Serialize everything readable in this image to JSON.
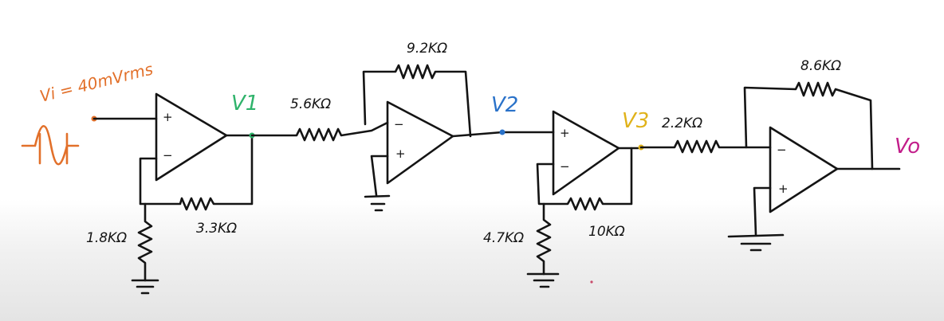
{
  "colors": {
    "ink": "#141414",
    "source": "#e2702a",
    "v1": "#2fb36b",
    "v2": "#2a72c9",
    "v3": "#e0b21a",
    "vo": "#c21d8a"
  },
  "source": {
    "label": "Vi = 40mVrms"
  },
  "nodes": {
    "v1": "V1",
    "v2": "V2",
    "v3": "V3",
    "vo": "Vo"
  },
  "stage1": {
    "r_ground": "1.8KΩ",
    "r_feedback": "3.3KΩ",
    "plus": "+",
    "minus": "−"
  },
  "stage2": {
    "r_input": "5.6KΩ",
    "r_feedback": "9.2KΩ",
    "plus": "+",
    "minus": "−"
  },
  "stage3": {
    "r_ground": "4.7KΩ",
    "r_feedback": "10KΩ",
    "plus": "+",
    "minus": "−"
  },
  "stage4": {
    "r_input": "2.2KΩ",
    "r_feedback": "8.6KΩ",
    "plus": "+",
    "minus": "−"
  }
}
